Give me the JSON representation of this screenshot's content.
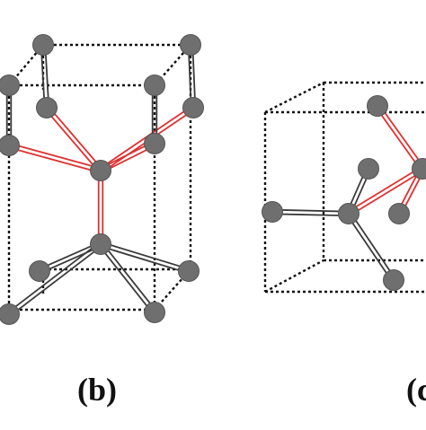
{
  "panels": [
    {
      "label": "(b)"
    },
    {
      "label": "(c"
    }
  ],
  "colors": {
    "atom": "#6f6f6f",
    "atom_edge": "#555555",
    "highlight_bond": "#e0302f",
    "plain_bond": "#3a3a3a",
    "cell_edge": "#111111",
    "background": "#ffffff"
  },
  "legend": "none"
}
